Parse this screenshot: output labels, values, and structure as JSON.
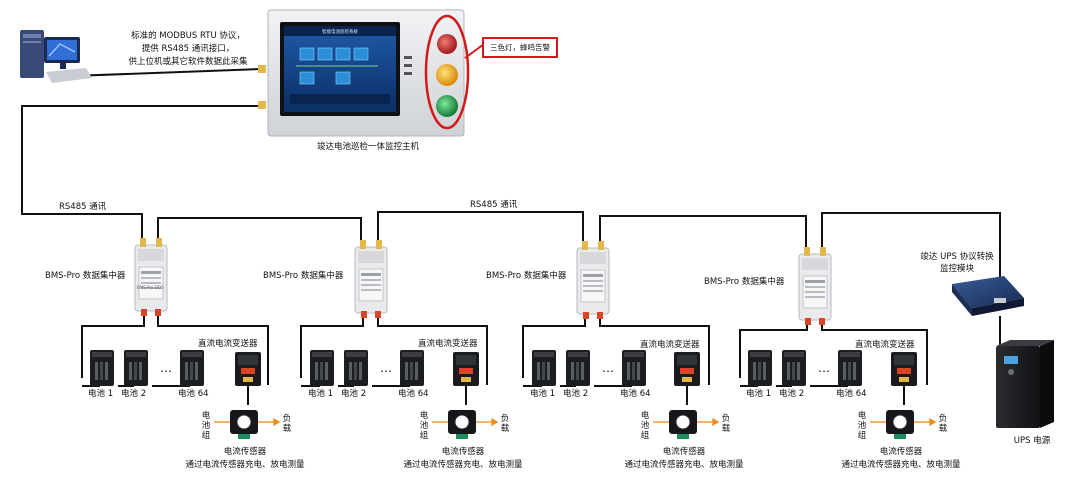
{
  "pc_note": {
    "line1": "标准的 MODBUS RTU 协议，",
    "line2": "提供 RS485 通讯接口，",
    "line3": "供上位机或其它软件数据此采集"
  },
  "host": {
    "label": "竣达电池巡检一体监控主机",
    "screen_title": "智能电池巡检系统"
  },
  "alarm_note": "三色灯，蜂鸣告警",
  "link_labels": {
    "left": "RS485 通讯",
    "middle": "RS485 通讯"
  },
  "collector_label": "BMS-Pro 数据集中器",
  "collector_panel_text": "BMS-Pro DDS",
  "transmitter_label": "直流电流变送器",
  "battery_labels": {
    "b1": "电池 1",
    "b2": "电池 2",
    "b64": "电池 64",
    "ellipsis": "…"
  },
  "sensor": {
    "left_label": "电池组",
    "right_label": "负载",
    "name": "电流传感器",
    "desc": "通过电流传感器充电、放电测量"
  },
  "ups_module": {
    "line1": "竣达 UPS 协议转换",
    "line2": "监控模块"
  },
  "ups_label": "UPS 电源",
  "colors": {
    "alarm_red": "#d21a1a",
    "lamp_red": "#c0262e",
    "lamp_yellow": "#f0a81a",
    "lamp_green": "#1f9e4a",
    "cable": "#111111",
    "connector_gold": "#e2b84a",
    "connector_red": "#d8462a"
  }
}
